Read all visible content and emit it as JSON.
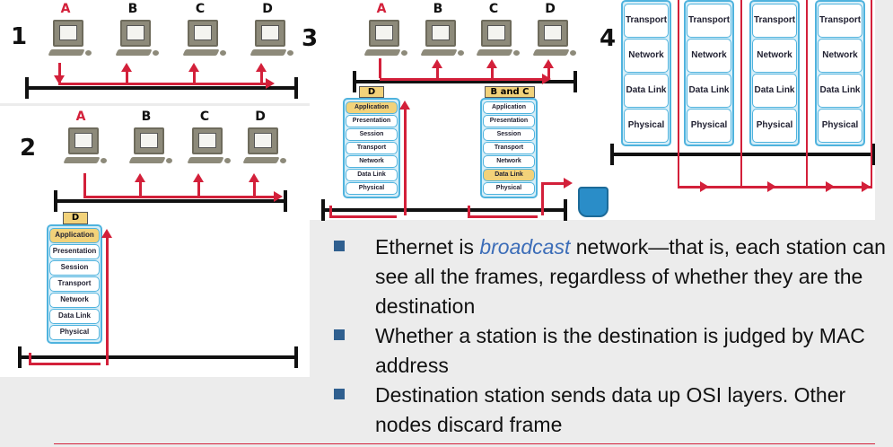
{
  "panels": [
    {
      "number": "1",
      "stations": [
        "A",
        "B",
        "C",
        "D"
      ]
    },
    {
      "number": "2",
      "stations": [
        "A",
        "B",
        "C",
        "D"
      ],
      "stack_tag": "D"
    },
    {
      "number": "3",
      "stations": [
        "A",
        "B",
        "C",
        "D"
      ],
      "stack_tags": [
        "D",
        "B and C"
      ]
    },
    {
      "number": "4"
    }
  ],
  "osi_layers": [
    "Application",
    "Presentation",
    "Session",
    "Transport",
    "Network",
    "Data Link",
    "Physical"
  ],
  "panel4_layers": [
    "Transport",
    "Network",
    "Data Link",
    "Physical"
  ],
  "bullets": [
    {
      "pre": "Ethernet is ",
      "em": "broadcast",
      "post": " network—that is, each station can see all the frames, regardless of whether they are the destination"
    },
    {
      "text": "Whether a station is the destination is judged by MAC address"
    },
    {
      "text": "Destination station sends data up OSI layers. Other nodes discard frame"
    }
  ],
  "colors": {
    "frame": "#d3203a",
    "bullet": "#2f5f8f",
    "emphasis": "#3c6db8",
    "layer_border": "#4fb3de",
    "highlight": "#f2d27a"
  }
}
